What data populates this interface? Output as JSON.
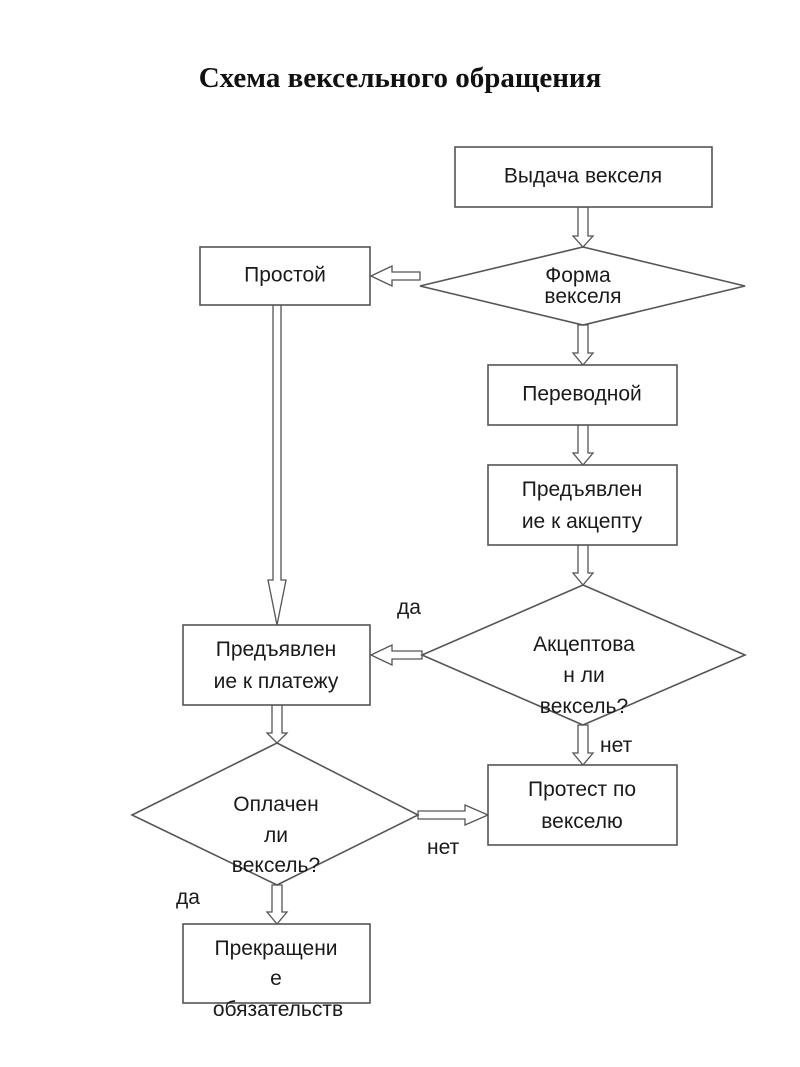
{
  "title": "Схема вексельного обращения",
  "nodes": {
    "issue": {
      "type": "process",
      "lines": [
        "Выдача векселя"
      ]
    },
    "form": {
      "type": "decision",
      "lines": [
        "Форма",
        "векселя"
      ]
    },
    "simple": {
      "type": "process",
      "lines": [
        "Простой"
      ]
    },
    "transfer": {
      "type": "process",
      "lines": [
        "Переводной"
      ]
    },
    "acceptance_presentation": {
      "type": "process",
      "lines": [
        "Предъявлен",
        "ие к акцепту"
      ]
    },
    "accepted": {
      "type": "decision",
      "lines": [
        "Акцептова",
        "н ли",
        "вексель?"
      ]
    },
    "payment_presentation": {
      "type": "process",
      "lines": [
        "Предъявлен",
        "ие к платежу"
      ]
    },
    "protest": {
      "type": "process",
      "lines": [
        "Протест по",
        "векселю"
      ]
    },
    "paid": {
      "type": "decision",
      "lines": [
        "Оплачен",
        "ли",
        "вексель?"
      ]
    },
    "termination": {
      "type": "process",
      "lines": [
        "Прекращени",
        "е",
        "обязательств"
      ]
    }
  },
  "edges": [
    {
      "from": "issue",
      "to": "form",
      "label": ""
    },
    {
      "from": "form",
      "to": "simple",
      "label": ""
    },
    {
      "from": "form",
      "to": "transfer",
      "label": ""
    },
    {
      "from": "transfer",
      "to": "acceptance_presentation",
      "label": ""
    },
    {
      "from": "acceptance_presentation",
      "to": "accepted",
      "label": ""
    },
    {
      "from": "simple",
      "to": "payment_presentation",
      "label": ""
    },
    {
      "from": "accepted",
      "to": "payment_presentation",
      "label": "да"
    },
    {
      "from": "accepted",
      "to": "protest",
      "label": "нет"
    },
    {
      "from": "payment_presentation",
      "to": "paid",
      "label": ""
    },
    {
      "from": "paid",
      "to": "protest",
      "label": "нет"
    },
    {
      "from": "paid",
      "to": "termination",
      "label": "да"
    }
  ]
}
